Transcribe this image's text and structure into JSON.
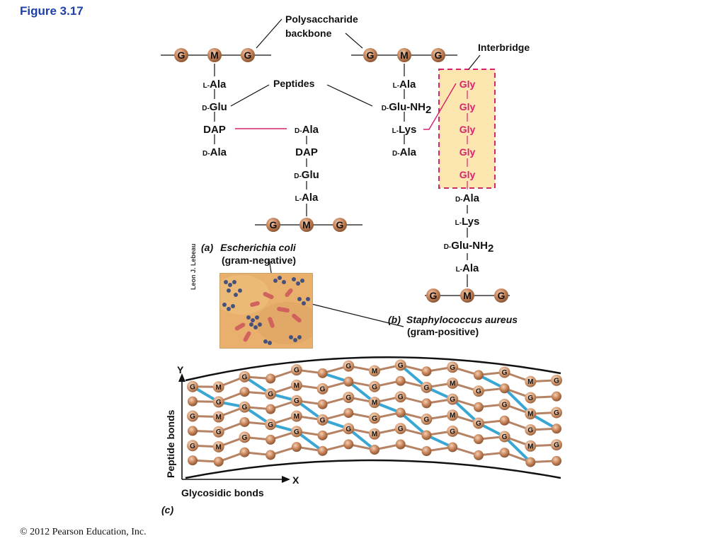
{
  "figure_title": "Figure 3.17",
  "copyright": "© 2012 Pearson Education, Inc.",
  "labels": {
    "polysaccharide_line1": "Polysaccharide",
    "polysaccharide_line2": "backbone",
    "interbridge": "Interbridge",
    "peptides": "Peptides",
    "part_a_letter": "(a)",
    "part_a_species": "Escherichia coli",
    "part_a_type": "(gram-negative)",
    "part_b_letter": "(b)",
    "part_b_species": "Staphylococcus aureus",
    "part_b_type": "(gram-positive)",
    "part_c_letter": "(c)",
    "photo_credit": "Leon J. Lebeau",
    "axis_y": "Y",
    "axis_x": "X",
    "axis_y_label": "Peptide bonds",
    "axis_x_label": "Glycosidic bonds"
  },
  "sugars": {
    "G": "G",
    "M": "M"
  },
  "amino_acids": {
    "ecoli_left": [
      {
        "prefix": "L-",
        "name": "Ala"
      },
      {
        "prefix": "D-",
        "name": "Glu"
      },
      {
        "prefix": "",
        "name": "DAP"
      },
      {
        "prefix": "D-",
        "name": "Ala"
      }
    ],
    "ecoli_right": [
      {
        "prefix": "D-",
        "name": "Ala"
      },
      {
        "prefix": "",
        "name": "DAP"
      },
      {
        "prefix": "D-",
        "name": "Glu"
      },
      {
        "prefix": "L-",
        "name": "Ala"
      }
    ],
    "staph_top": [
      {
        "prefix": "L-",
        "name": "Ala"
      },
      {
        "prefix": "D-",
        "name": "Glu-NH",
        "sub": "2"
      },
      {
        "prefix": "L-",
        "name": "Lys"
      },
      {
        "prefix": "D-",
        "name": "Ala"
      }
    ],
    "interbridge_gly": [
      "Gly",
      "Gly",
      "Gly",
      "Gly",
      "Gly"
    ],
    "staph_bottom": [
      {
        "prefix": "D-",
        "name": "Ala"
      },
      {
        "prefix": "L-",
        "name": "Lys"
      },
      {
        "prefix": "D-",
        "name": "Glu-NH",
        "sub": "2"
      },
      {
        "prefix": "L-",
        "name": "Ala"
      }
    ]
  },
  "colors": {
    "sugar_bead": "#c9855a",
    "bead_dark": "#8a5634",
    "crosslink_pink": "#d6246e",
    "interbridge_fill": "#fbe6b0",
    "peptide_bond_blue": "#3aa6d4",
    "title_blue": "#1f3fa8"
  }
}
